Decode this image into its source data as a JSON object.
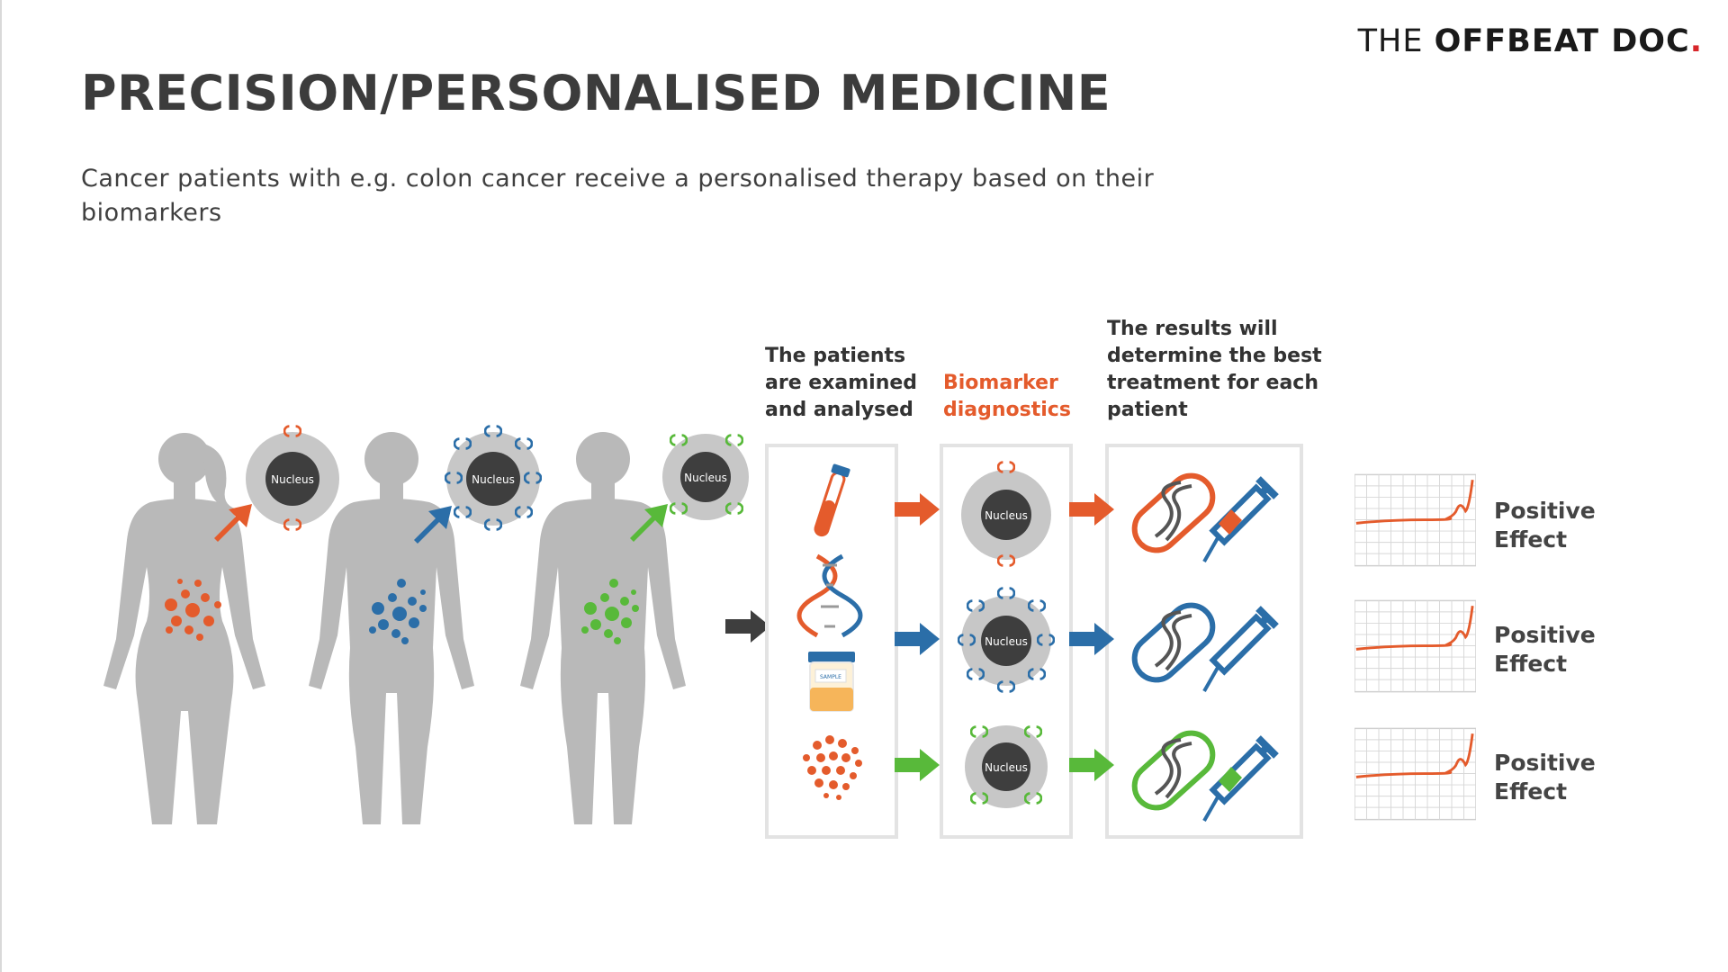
{
  "brand": {
    "part1": "THE ",
    "part2": "OFFBEAT DOC",
    "dot": "."
  },
  "title": "PRECISION/PERSONALISED MEDICINE",
  "subtitle": "Cancer patients with e.g. colon cancer receive a personalised therapy based on their biomarkers",
  "colors": {
    "red": "#e45b2c",
    "blue": "#2b6ea8",
    "green": "#58b93a",
    "body": "#b9b9b9",
    "dark": "#3e3e3e"
  },
  "labels": {
    "examined": [
      "The patients",
      "are examined",
      "and analysed"
    ],
    "biomarker": [
      "Biomarker",
      "diagnostics"
    ],
    "results": [
      "The results will",
      "determine the best",
      "treatment for each",
      "patient"
    ]
  },
  "nucleus_label": "Nucleus",
  "sample_label": "SAMPLE",
  "effects": [
    {
      "line1": "Positive",
      "line2": "Effect"
    },
    {
      "line1": "Positive",
      "line2": "Effect"
    },
    {
      "line1": "Positive",
      "line2": "Effect"
    }
  ]
}
